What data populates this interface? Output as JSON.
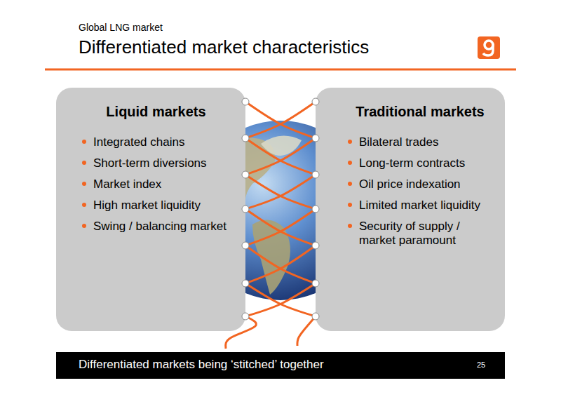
{
  "diagram": {
    "title": "Differentiated market characteristics",
    "caption": "Differentiated markets being ‘stitched’ together",
    "nodes": [
      {
        "text": [
          "Liquid markets",
          "Integrated chains",
          "Short-term diversions",
          "Market index",
          "High market liquidity",
          "Swing / balancing market"
        ]
      },
      {
        "text": [
          "Traditional markets",
          "Bilateral trades",
          "Long-term contracts",
          "Oil price indexation",
          "Limited market liquidity",
          "Security of supply / market paramount"
        ]
      }
    ],
    "edges": [
      {
        "from": 0,
        "to": 1,
        "arrow": "none"
      },
      {
        "from": 0,
        "to": 1,
        "arrow": "none"
      },
      {
        "from": 0,
        "to": 1,
        "arrow": "none"
      },
      {
        "from": 0,
        "to": 1,
        "arrow": "none"
      },
      {
        "from": 0,
        "to": 1,
        "arrow": "none"
      },
      {
        "from": 0,
        "to": 1,
        "arrow": "none"
      },
      {
        "from": 0,
        "to": 1,
        "arrow": "none"
      },
      {
        "from": 0,
        "to": 1,
        "arrow": "none"
      },
      {
        "from": 0,
        "to": 1,
        "arrow": "none"
      },
      {
        "from": 0,
        "to": 1,
        "arrow": "none"
      },
      {
        "from": 0,
        "to": 1,
        "arrow": "none"
      },
      {
        "from": 0,
        "to": 1,
        "arrow": "none"
      }
    ],
    "labels": [
      "Global LNG market",
      "25"
    ]
  }
}
